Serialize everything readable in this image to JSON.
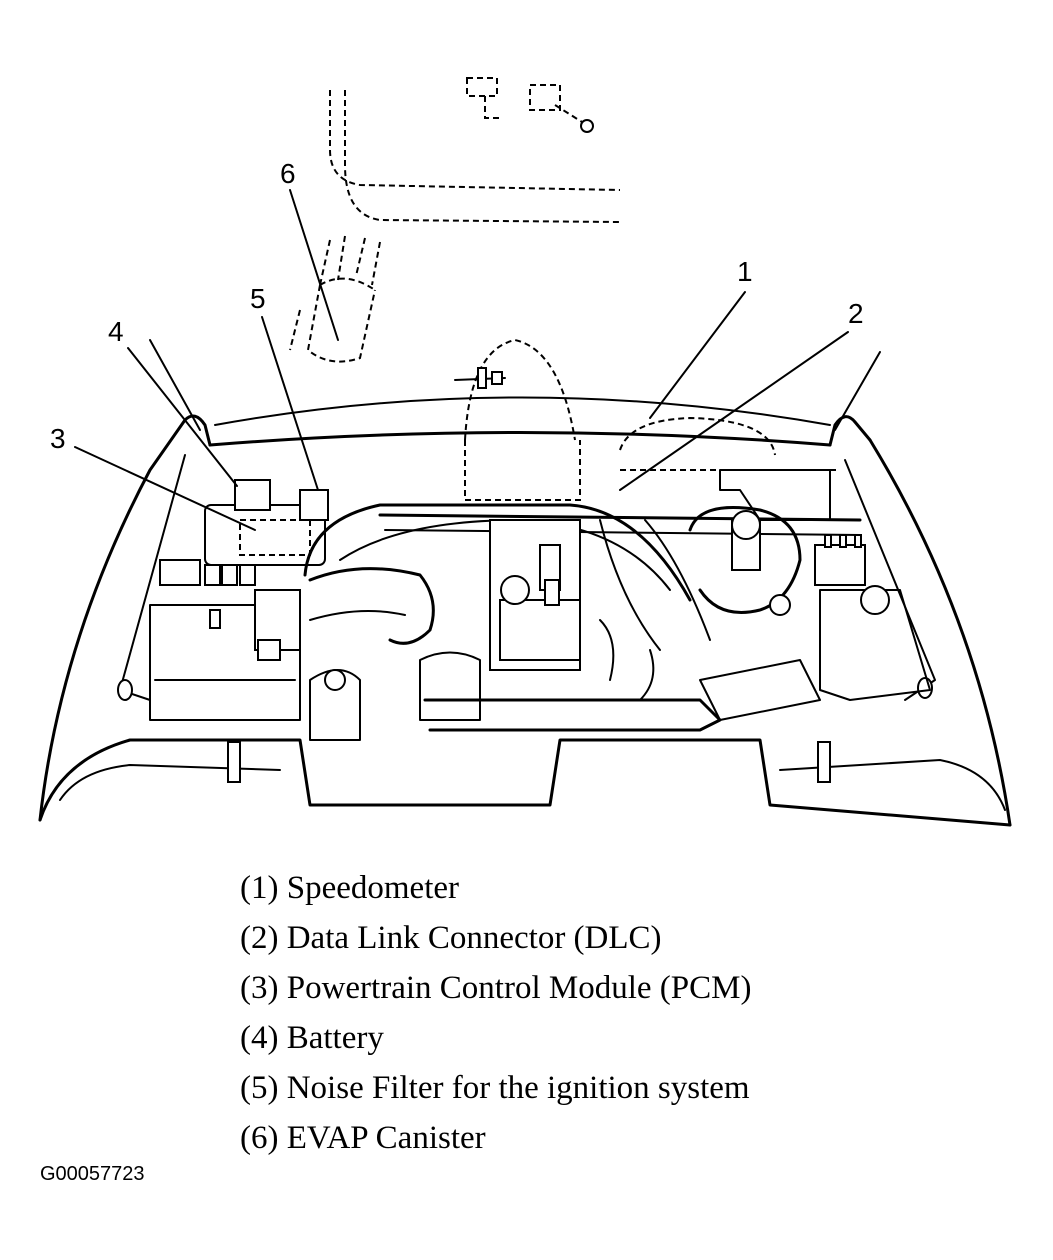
{
  "callouts": {
    "c1": "1",
    "c2": "2",
    "c3": "3",
    "c4": "4",
    "c5": "5",
    "c6": "6"
  },
  "legend": [
    "(1) Speedometer",
    "(2) Data Link Connector (DLC)",
    "(3) Powertrain Control Module (PCM)",
    "(4) Battery",
    "(5) Noise Filter for the ignition system",
    "(6) EVAP Canister"
  ],
  "figure_id": "G00057723"
}
